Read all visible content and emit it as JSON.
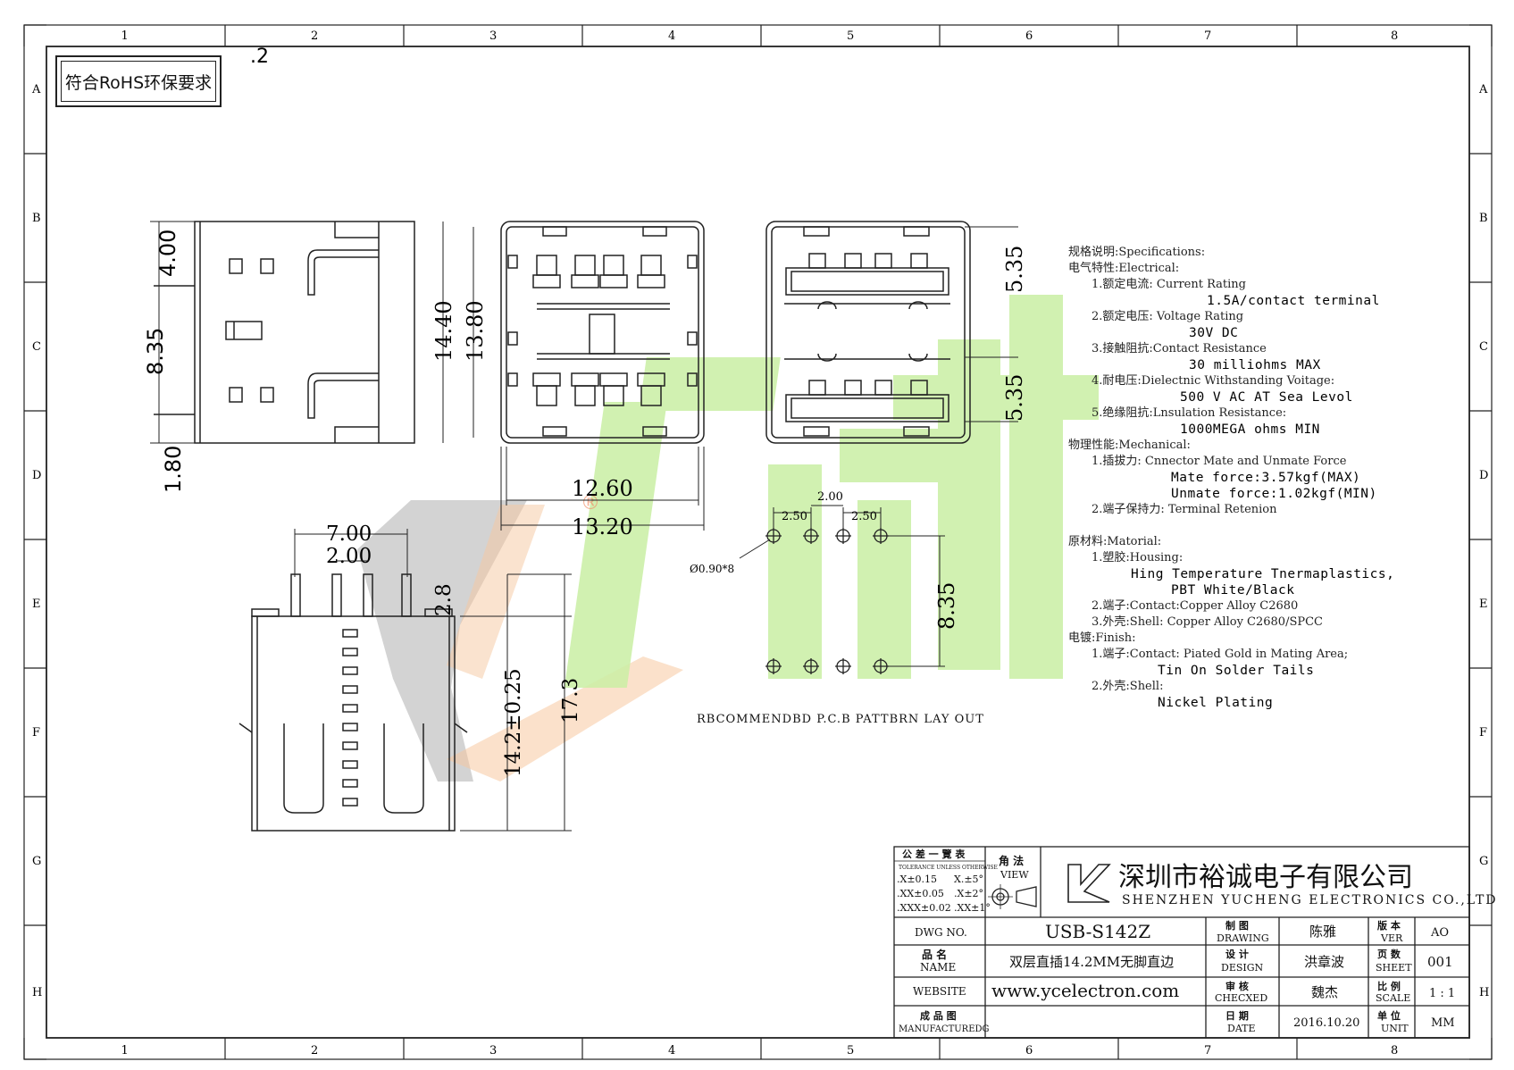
{
  "sheet": {
    "columns": [
      "1",
      "2",
      "3",
      "4",
      "5",
      "6",
      "7",
      "8"
    ],
    "rows": [
      "A",
      "B",
      "C",
      "D",
      "E",
      "F",
      "G",
      "H"
    ],
    "corner_mark": ".2"
  },
  "rohs_note": "符合RoHS环保要求",
  "side_view": {
    "dim_top": "4.00",
    "dim_pitch": "8.35",
    "dim_bottom": "1.80"
  },
  "front_view": {
    "dim_h_outer": "14.40",
    "dim_h_inner": "13.80",
    "dim_w_inner": "12.60",
    "dim_w_outer": "13.20"
  },
  "rear_view": {
    "dim_top": "5.35",
    "dim_bottom": "5.35"
  },
  "bottom_view": {
    "dim_w": "7.00",
    "dim_pitch": "2.00",
    "dim_pin": "2.8",
    "dim_body": "14.2±0.25",
    "dim_total": "17.3"
  },
  "pcb_layout": {
    "dim_a": "2.50",
    "dim_b": "2.00",
    "dim_c": "2.50",
    "hole": "Ø0.90*8",
    "dim_v": "8.35",
    "caption": "RBCOMMENDBD P.C.B PATTBRN LAY OUT"
  },
  "specs": [
    {
      "cls": "h",
      "text": "规格说明:Specifications:"
    },
    {
      "cls": "h",
      "text": "电气特性:Electrical:"
    },
    {
      "cls": "i1",
      "text": "1.额定电流: Current Rating"
    },
    {
      "cls": "v",
      "text": "1.5A/contact terminal",
      "indent": 155
    },
    {
      "cls": "i1",
      "text": "2.额定电压: Voltage Rating"
    },
    {
      "cls": "v",
      "text": "30V DC",
      "indent": 135
    },
    {
      "cls": "i1",
      "text": "3.接触阻抗:Contact Resistance"
    },
    {
      "cls": "v",
      "text": "30 milliohms MAX",
      "indent": 135
    },
    {
      "cls": "i1",
      "text": "4.耐电压:Dielectnic Withstanding Voitage:"
    },
    {
      "cls": "v",
      "text": "500 V AC AT Sea Levol",
      "indent": 125
    },
    {
      "cls": "i1",
      "text": "5.绝缘阻抗:Lnsulation Resistance:"
    },
    {
      "cls": "v",
      "text": "1000MEGA ohms MIN",
      "indent": 125
    },
    {
      "cls": "h",
      "text": "物理性能:Mechanical:"
    },
    {
      "cls": "i1",
      "text": "1.插拔力: Cnnector Mate and Unmate Force"
    },
    {
      "cls": "v",
      "text": "Mate force:3.57kgf(MAX)",
      "indent": 115
    },
    {
      "cls": "v",
      "text": "Unmate force:1.02kgf(MIN)",
      "indent": 115
    },
    {
      "cls": "i1",
      "text": "2.端子保持力: Terminal Retenion"
    },
    {
      "cls": "gap",
      "text": ""
    },
    {
      "cls": "h",
      "text": "原材料:Matorial:"
    },
    {
      "cls": "i1",
      "text": "1.塑胶:Housing:"
    },
    {
      "cls": "v",
      "text": "Hing Temperature  Tnermaplastics,",
      "indent": 70
    },
    {
      "cls": "v",
      "text": "PBT White/Black",
      "indent": 115
    },
    {
      "cls": "i1",
      "text": "2.端子:Contact:Copper Alloy C2680"
    },
    {
      "cls": "i1",
      "text": "3.外壳:Shell: Copper Alloy C2680/SPCC"
    },
    {
      "cls": "h",
      "text": "电镀:Finish:"
    },
    {
      "cls": "i1",
      "text": "1.端子:Contact: Piated Gold in Mating Area;"
    },
    {
      "cls": "v",
      "text": "Tin On Solder Tails",
      "indent": 100
    },
    {
      "cls": "i1",
      "text": "2.外壳:Shell:"
    },
    {
      "cls": "v",
      "text": "Nickel Plating",
      "indent": 100
    }
  ],
  "title_block": {
    "tolerance_title": "公 差 一 覽 表",
    "tolerance_sub": "TOLERANCE UNLESS OTHERWISE",
    "tolerances": [
      ".X±0.15",
      "X.±5°",
      ".XX±0.05",
      ".X±2°",
      ".XXX±0.02",
      ".XX±1°"
    ],
    "view_cn": "角 法",
    "view_en": "VIEW",
    "company_cn": "深圳市裕诚电子有限公司",
    "company_en": "SHENZHEN YUCHENG ELECTRONICS CO.,LTD",
    "dwg_no_label": "DWG NO.",
    "dwg_no": "USB-S142Z",
    "name_label_cn": "品 名",
    "name_label_en": "NAME",
    "name": "双层直插14.2MM无脚直边",
    "website_label": "WEBSITE",
    "website": "www.ycelectron.com",
    "mfg_label_cn": "成 品 图",
    "mfg_label_en": "MANUFACTUREDG",
    "drawing_cn": "制 图",
    "drawing_en": "DRAWING",
    "drawing": "陈雅",
    "design_cn": "设 计",
    "design_en": "DESIGN",
    "design": "洪章波",
    "checked_cn": "审 核",
    "checked_en": "CHECXED",
    "checked": "魏杰",
    "date_cn": "日 期",
    "date_en": "DATE",
    "date": "2016.10.20",
    "ver_cn": "版 本",
    "ver_en": "VER",
    "ver": "AO",
    "sheet_cn": "页 数",
    "sheet_en": "SHEET",
    "sheet": "001",
    "scale_cn": "比 例",
    "scale_en": "SCALE",
    "scale": "1 : 1",
    "unit_cn": "单 位",
    "unit_en": "UNIT",
    "unit": "MM"
  },
  "watermark": {
    "logo_text": "裕诚",
    "reg": "®",
    "colors": {
      "green": "#c7ef9f",
      "gray": "#9a9a9a",
      "orange": "#f6c49a"
    }
  }
}
